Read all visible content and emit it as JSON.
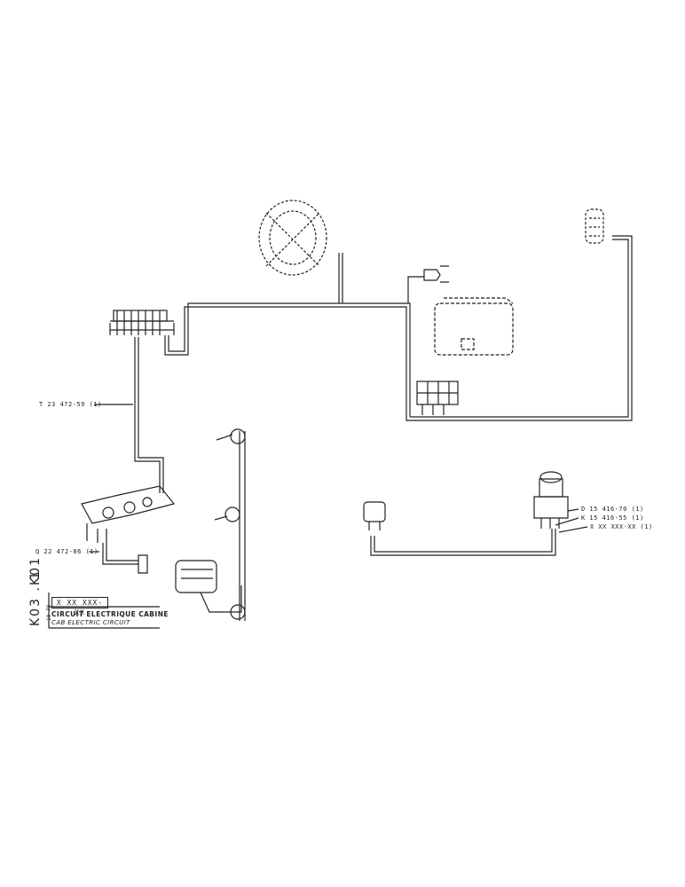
{
  "page_code_1": "K01",
  "page_code_2": "K03 . 1",
  "date_code": "10-79",
  "title_block": {
    "part_code": "X XX XXX-XX",
    "title_fr": "CIRCUIT ELECTRIQUE CABINE",
    "title_en": "CAB ELECTRIC CIRCUIT"
  },
  "part_labels": {
    "main_harness": "T 23 472-59 (1)",
    "sub_harness": "Q 22 472-06 (1)",
    "switch": "D 15 416-70 (1)",
    "bracket": "K 15 416-55 (1)",
    "cable": "X XX XXX-XX (1)"
  }
}
